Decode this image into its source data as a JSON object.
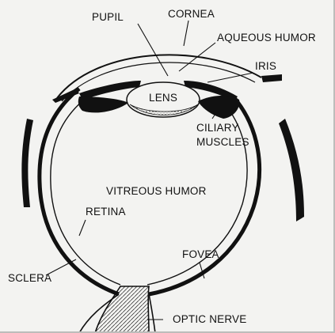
{
  "labels": {
    "pupil": "PUPIL",
    "cornea": "CORNEA",
    "aqueous_humor": "AQUEOUS HUMOR",
    "iris": "IRIS",
    "lens": "LENS",
    "ciliary_muscles_line1": "CILIARY",
    "ciliary_muscles_line2": "MUSCLES",
    "vitreous_humor": "VITREOUS HUMOR",
    "retina": "RETINA",
    "fovea": "FOVEA",
    "sclera": "SCLERA",
    "optic_nerve": "OPTIC NERVE"
  },
  "colors": {
    "ink": "#111111",
    "paper": "#f3f3f1"
  }
}
